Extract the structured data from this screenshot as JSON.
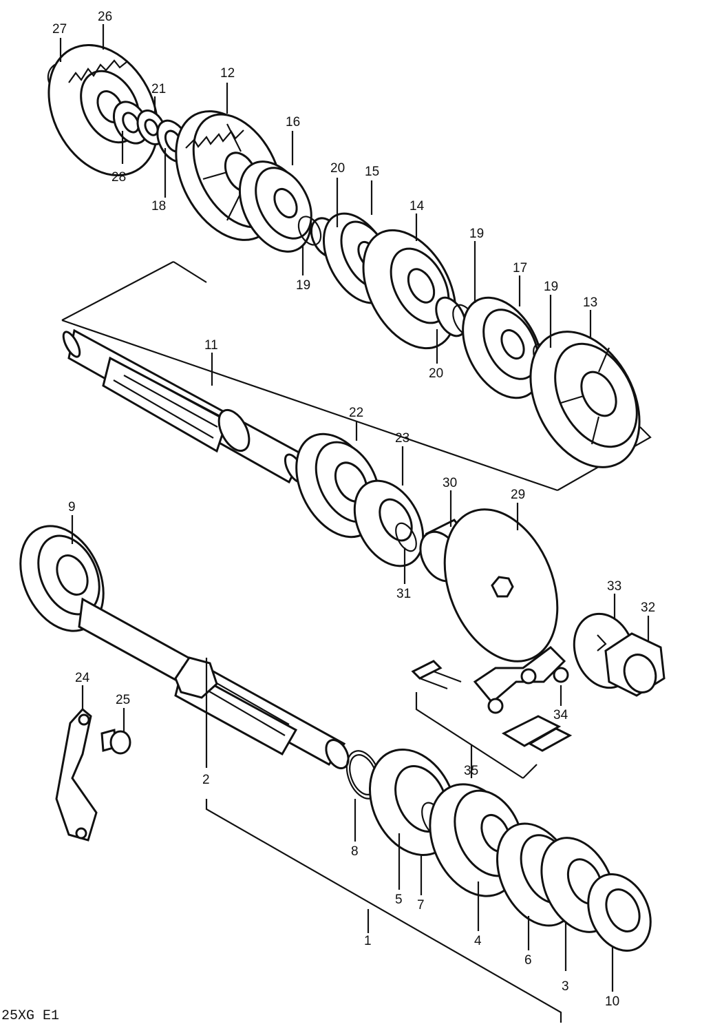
{
  "diagram": {
    "model_code": "25XG E1",
    "callouts": [
      {
        "id": "p27",
        "label": "27"
      },
      {
        "id": "p26",
        "label": "26"
      },
      {
        "id": "p21",
        "label": "21"
      },
      {
        "id": "p28",
        "label": "28"
      },
      {
        "id": "p18",
        "label": "18"
      },
      {
        "id": "p12",
        "label": "12"
      },
      {
        "id": "p16",
        "label": "16"
      },
      {
        "id": "p20a",
        "label": "20"
      },
      {
        "id": "p15",
        "label": "15"
      },
      {
        "id": "p14",
        "label": "14"
      },
      {
        "id": "p19a",
        "label": "19"
      },
      {
        "id": "p19b",
        "label": "19"
      },
      {
        "id": "p17",
        "label": "17"
      },
      {
        "id": "p19c",
        "label": "19"
      },
      {
        "id": "p13",
        "label": "13"
      },
      {
        "id": "p20b",
        "label": "20"
      },
      {
        "id": "p11",
        "label": "11"
      },
      {
        "id": "p22",
        "label": "22"
      },
      {
        "id": "p23",
        "label": "23"
      },
      {
        "id": "p30",
        "label": "30"
      },
      {
        "id": "p29",
        "label": "29"
      },
      {
        "id": "p31",
        "label": "31"
      },
      {
        "id": "p9",
        "label": "9"
      },
      {
        "id": "p33",
        "label": "33"
      },
      {
        "id": "p32",
        "label": "32"
      },
      {
        "id": "p24",
        "label": "24"
      },
      {
        "id": "p25",
        "label": "25"
      },
      {
        "id": "p34",
        "label": "34"
      },
      {
        "id": "p35",
        "label": "35"
      },
      {
        "id": "p2",
        "label": "2"
      },
      {
        "id": "p8",
        "label": "8"
      },
      {
        "id": "p5",
        "label": "5"
      },
      {
        "id": "p7",
        "label": "7"
      },
      {
        "id": "p4",
        "label": "4"
      },
      {
        "id": "p1",
        "label": "1"
      },
      {
        "id": "p6",
        "label": "6"
      },
      {
        "id": "p3",
        "label": "3"
      },
      {
        "id": "p10",
        "label": "10"
      }
    ]
  }
}
